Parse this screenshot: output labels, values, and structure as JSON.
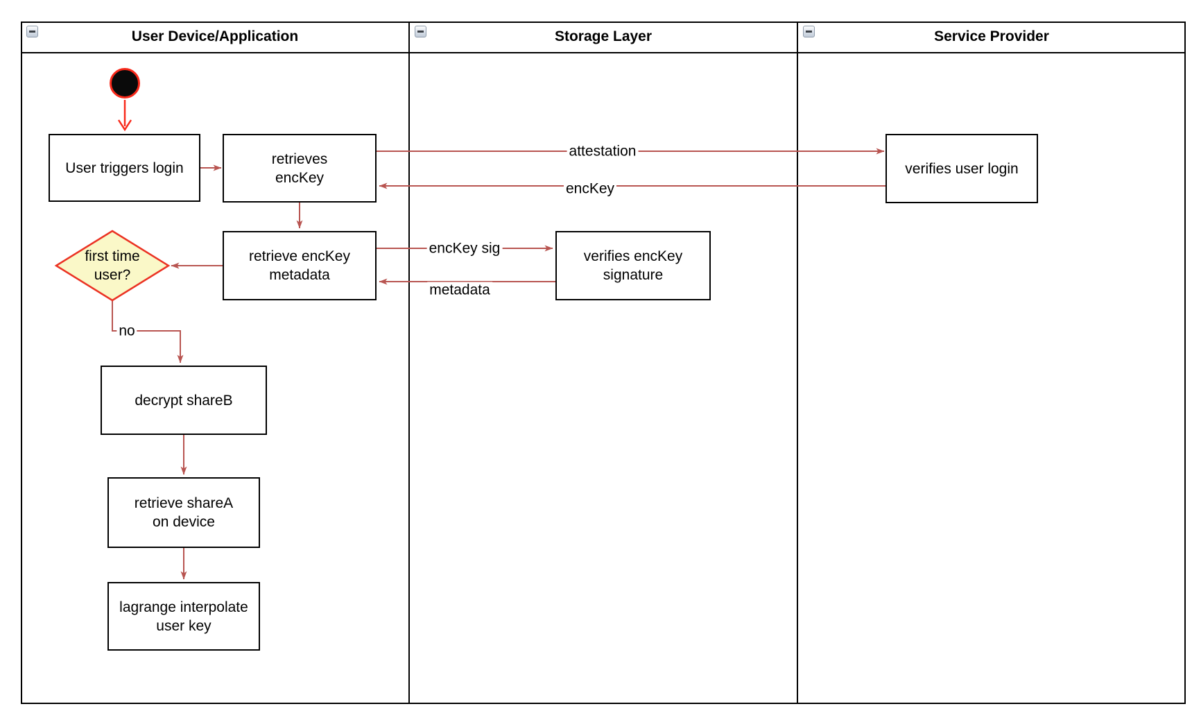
{
  "colors": {
    "edge_dark_red": "#B85450",
    "edge_bright_red": "#F8291A",
    "diamond_fill": "#FAF8C8",
    "diamond_stroke": "#EB3223",
    "node_border": "#000000",
    "lane_border": "#000000"
  },
  "lanes": [
    {
      "title": "User Device/Application",
      "collapse_icon": "minus"
    },
    {
      "title": "Storage Layer",
      "collapse_icon": "minus"
    },
    {
      "title": "Service Provider",
      "collapse_icon": "minus"
    }
  ],
  "nodes": {
    "user_triggers_login": "User triggers login",
    "retrieves_enckey": "retrieves\nencKey",
    "retrieve_enckey_metadata": "retrieve encKey\nmetadata",
    "first_time_user": "first time\nuser?",
    "decrypt_shareb": "decrypt shareB",
    "retrieve_sharea": "retrieve shareA\non device",
    "lagrange_interpolate": "lagrange interpolate\nuser key",
    "verifies_enckey_signature": "verifies encKey\nsignature",
    "verifies_user_login": "verifies user login"
  },
  "edge_labels": {
    "attestation": "attestation",
    "enckey": "encKey",
    "enckey_sig": "encKey sig",
    "metadata": "metadata",
    "no": "no"
  }
}
